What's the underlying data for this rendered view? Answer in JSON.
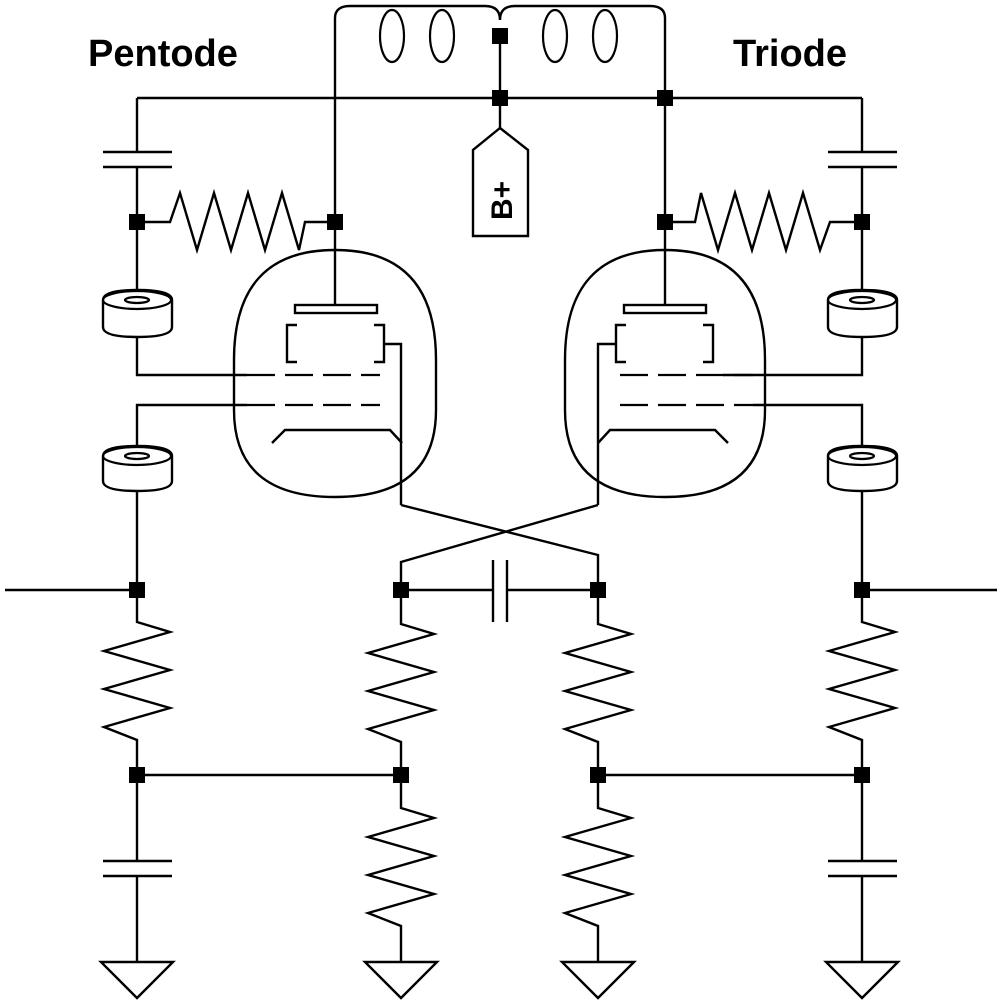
{
  "labels": {
    "left_title": "Pentode",
    "right_title": "Triode",
    "supply": "B+"
  }
}
